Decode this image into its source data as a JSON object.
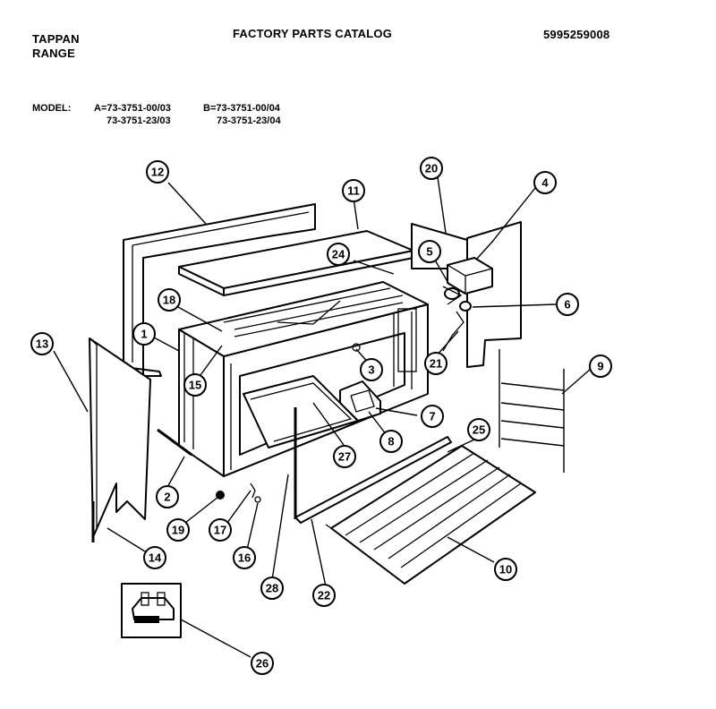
{
  "header": {
    "brand": "TAPPAN",
    "product": "RANGE",
    "catalog_title": "FACTORY PARTS CATALOG",
    "catalog_number": "5995259008"
  },
  "model": {
    "label": "MODEL:",
    "a_line1": "A=73-3751-00/03",
    "a_line2": "73-3751-23/03",
    "b_line1": "B=73-3751-00/04",
    "b_line2": "73-3751-23/04"
  },
  "callouts": [
    "1",
    "2",
    "3",
    "4",
    "5",
    "6",
    "7",
    "8",
    "9",
    "10",
    "11",
    "12",
    "13",
    "14",
    "15",
    "16",
    "17",
    "18",
    "19",
    "20",
    "21",
    "22",
    "24",
    "25",
    "26",
    "27",
    "28"
  ]
}
